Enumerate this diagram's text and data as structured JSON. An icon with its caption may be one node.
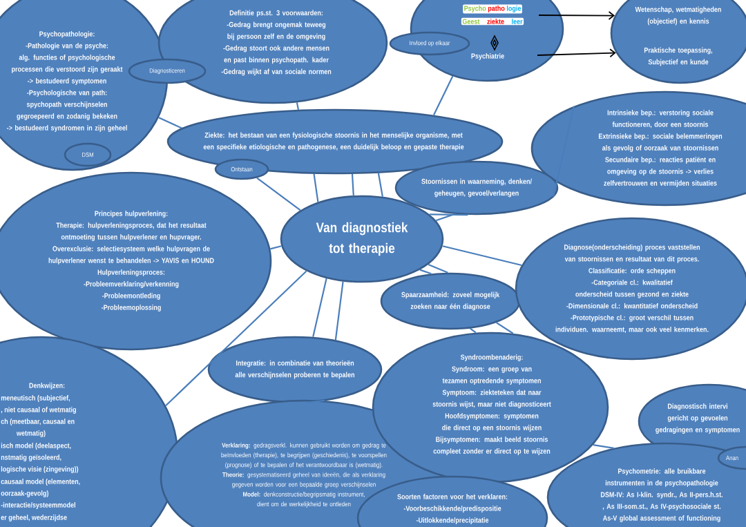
{
  "diagram": {
    "nodes": [
      {
        "text": [
          "Van diagnostiek tot therapie"
        ]
      },
      {
        "text": [
          "Psychopathologie:",
          "-Pathologie van de psyche: alg. functies of psychologische processen die verstoord zijn geraakt",
          "-> bestudeerd symptomen",
          "-Psychologische van path: spychopath verschijnselen gegroepeerd en zodanig bekeken",
          "-> bestudeerd syndromen in zijn geheel"
        ]
      },
      {
        "text": [
          "Diagnosticeren"
        ]
      },
      {
        "text": [
          "DSM"
        ],
        "in": 1
      },
      {
        "text": [
          "Definitie ps.st. 3 voorwaarden:",
          "-Gedrag brengt ongemak teweeg bij persoon zelf en de omgeving",
          "-Gedrag stoort ook andere mensen en past binnen psychopath. kader",
          "-Gedrag wijkt af van sociale normen"
        ]
      },
      {
        "text": [
          "Psycho",
          "patho",
          "logie",
          "Geest",
          "ziekte",
          "leer",
          "Psychiatrie"
        ]
      },
      {
        "text": [
          "Invloed op elkaar"
        ]
      },
      {
        "text": [
          "Wetenschap, wetmatigheden (objectief) en kennis",
          "Praktische toepassing, Subjectief en kunde"
        ]
      },
      {
        "text": [
          "Ziekte: het bestaan van een fysiologische stoornis in het menselijke organisme, met een specifieke etiologische en pathogenese, een duidelijk beloop en gepaste therapie"
        ]
      },
      {
        "text": [
          "Ontstaan"
        ]
      },
      {
        "text": [
          "Intrinsieke bep.: verstoring sociale functioneren, door een stoornis",
          "Extrinsieke bep.: sociale belemmeringen als gevolg of oorzaak van stoornissen",
          "Secundaire bep.: reacties patiënt en omgeving op de stoornis -> verlies zelfvertrouwen en vermijden situaties"
        ]
      },
      {
        "text": [
          "Stoornissen in waarneming, denken/ geheugen, gevoel/verlangen"
        ]
      },
      {
        "text": [
          "Principes hulpverlening:",
          "Therapie: hulpverleningsproces, dat het resultaat ontmoeting tussen hulpverlener en hupvrager.",
          "Overexclusie: selectiesysteem welke hulpvragen de hulpverlener wenst te behandelen -> YAVIS en HOUND",
          "Hulpverleningsproces:",
          "-Probleemverklaring/verkenning",
          "-Probleemontleding",
          "-Probleemoplossing"
        ]
      },
      {
        "text": [
          "Spaarzaamheid: zoveel mogelijk zoeken naar één diagnose"
        ]
      },
      {
        "text": [
          "Diagnose(onderscheiding) proces vaststellen van stoornissen en resultaat van dit proces.",
          "Classificatie: orde scheppen",
          "-Categoriale cl.: kwalitatief onderscheid tussen gezond en ziekte",
          "-Dimensionale cl.: kwantitatief onderscheid",
          "-Prototypische cl.: groot verschil tussen individuen. waarneemt, maar ook veel kenmerken."
        ]
      },
      {
        "text": [
          "Integratie: in combinatie van theorieën alle verschijnselen proberen te bepalen"
        ]
      },
      {
        "text": [
          "Denkwijzen:",
          "meneutisch (subjectief,",
          ", niet causaal of wetmatig",
          "ch (meetbaar, causaal en",
          "wetmatig)",
          "isch model (deelaspect,",
          "nstmatig geïsoleerd,",
          "logische visie (zingeving))",
          "causaal model (elementen,",
          "oorzaak-gevolg)",
          "-interactie/systeemmodel",
          "er geheel, wederzijdse"
        ]
      },
      {
        "text": [
          "**Verklaring:** gedragsverkl. kunnen gebruikt worden om gedrag te beïnvloeden (therapie), te begrijpen (geschiedenis), te voorspellen (prognose) of te bepalen of het verantwoordbaar is (wetmatig).",
          "**Theorie:** gesystematiseerd geheel van ideeën, die als verklaring gegeven worden voor een bepaalde groep verschijnselen",
          "**Model:** denkconstructie/begripsmatig instrument, dient om de werkelijkheid te ontleden"
        ]
      },
      {
        "text": [
          "Syndroombenaderig:",
          "Syndroom: een groep van tezamen optredende symptomen",
          "Symptoom: ziekteteken dat naar stoornis wijst, maar niet diagnosticeert",
          "Hoofdsymptomen: symptomen die direct op een stoornis wijzen",
          "Bijsymptomen: maakt beeld stoornis compleet zonder er direct op te wijzen"
        ]
      },
      {
        "text": [
          "Soorten factoren voor het verklaren:",
          "-Voorbeschikkende/predispositie",
          "-Uitlokkende/precipitatie"
        ]
      },
      {
        "text": [
          "Diagnostisch intervi gericht op gevoelen gedragingen en symptomen"
        ]
      },
      {
        "text": [
          "Anan"
        ]
      },
      {
        "text": [
          "Psychometrie: alle bruikbare instrumenten in de psychopathologie",
          "DSM-IV: As I-klin. syndr., As II-pers.h.st. , As III-som.st., As IV-psychosociale st. As-V global assessment of functioning"
        ]
      }
    ],
    "edges": [
      {
        "from": 5,
        "to": 7,
        "arrow": "to",
        "color": "#000000"
      },
      {
        "from": 5,
        "to": 7,
        "arrow": "to",
        "color": "#000000"
      },
      {
        "from": 1,
        "to": 8,
        "arrow": "none"
      },
      {
        "from": 4,
        "to": 8,
        "arrow": "none"
      },
      {
        "from": 5,
        "to": 8,
        "arrow": "none"
      },
      {
        "from": 9,
        "to": 0,
        "arrow": "none"
      },
      {
        "from": 8,
        "to": 0,
        "arrow": "none"
      },
      {
        "from": 8,
        "to": 0,
        "arrow": "none"
      },
      {
        "from": 8,
        "to": 0,
        "arrow": "none"
      },
      {
        "from": 0,
        "to": 11,
        "arrow": "none"
      },
      {
        "from": 0,
        "to": 11,
        "arrow": "none"
      },
      {
        "from": 11,
        "to": 10,
        "arrow": "none"
      },
      {
        "from": 0,
        "to": 14,
        "arrow": "none"
      },
      {
        "from": 0,
        "to": 13,
        "arrow": "none"
      },
      {
        "from": 0,
        "to": 13,
        "arrow": "none"
      },
      {
        "from": 13,
        "to": 18,
        "arrow": "none"
      },
      {
        "from": 13,
        "to": 18,
        "arrow": "none"
      },
      {
        "from": 0,
        "to": 15,
        "arrow": "none"
      },
      {
        "from": 0,
        "to": 15,
        "arrow": "none"
      },
      {
        "from": 0,
        "to": 12,
        "arrow": "none"
      },
      {
        "from": 0,
        "to": 16,
        "arrow": "none"
      },
      {
        "from": 15,
        "to": 17,
        "arrow": "none"
      },
      {
        "from": 18,
        "to": 22,
        "arrow": "none"
      }
    ]
  }
}
